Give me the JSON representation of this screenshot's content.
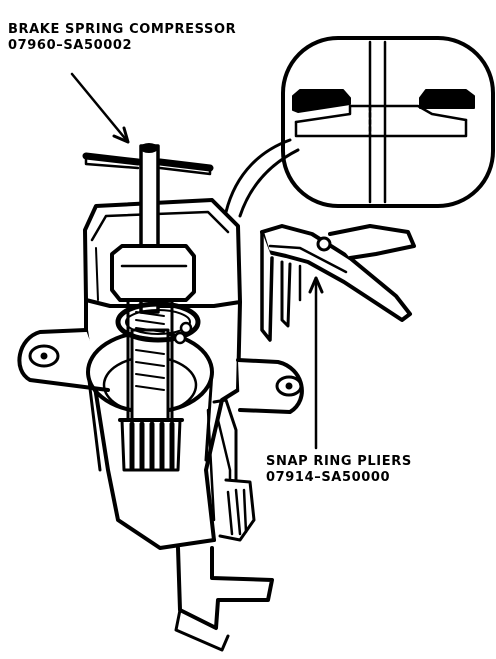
{
  "callouts": {
    "compressor": {
      "name": "BRAKE SPRING COMPRESSOR",
      "part_number": "07960–SA50002"
    },
    "pliers": {
      "name": "SNAP RING PLIERS",
      "part_number": "07914–SA50000"
    }
  },
  "colors": {
    "ink": "#000000",
    "paper": "#ffffff"
  }
}
